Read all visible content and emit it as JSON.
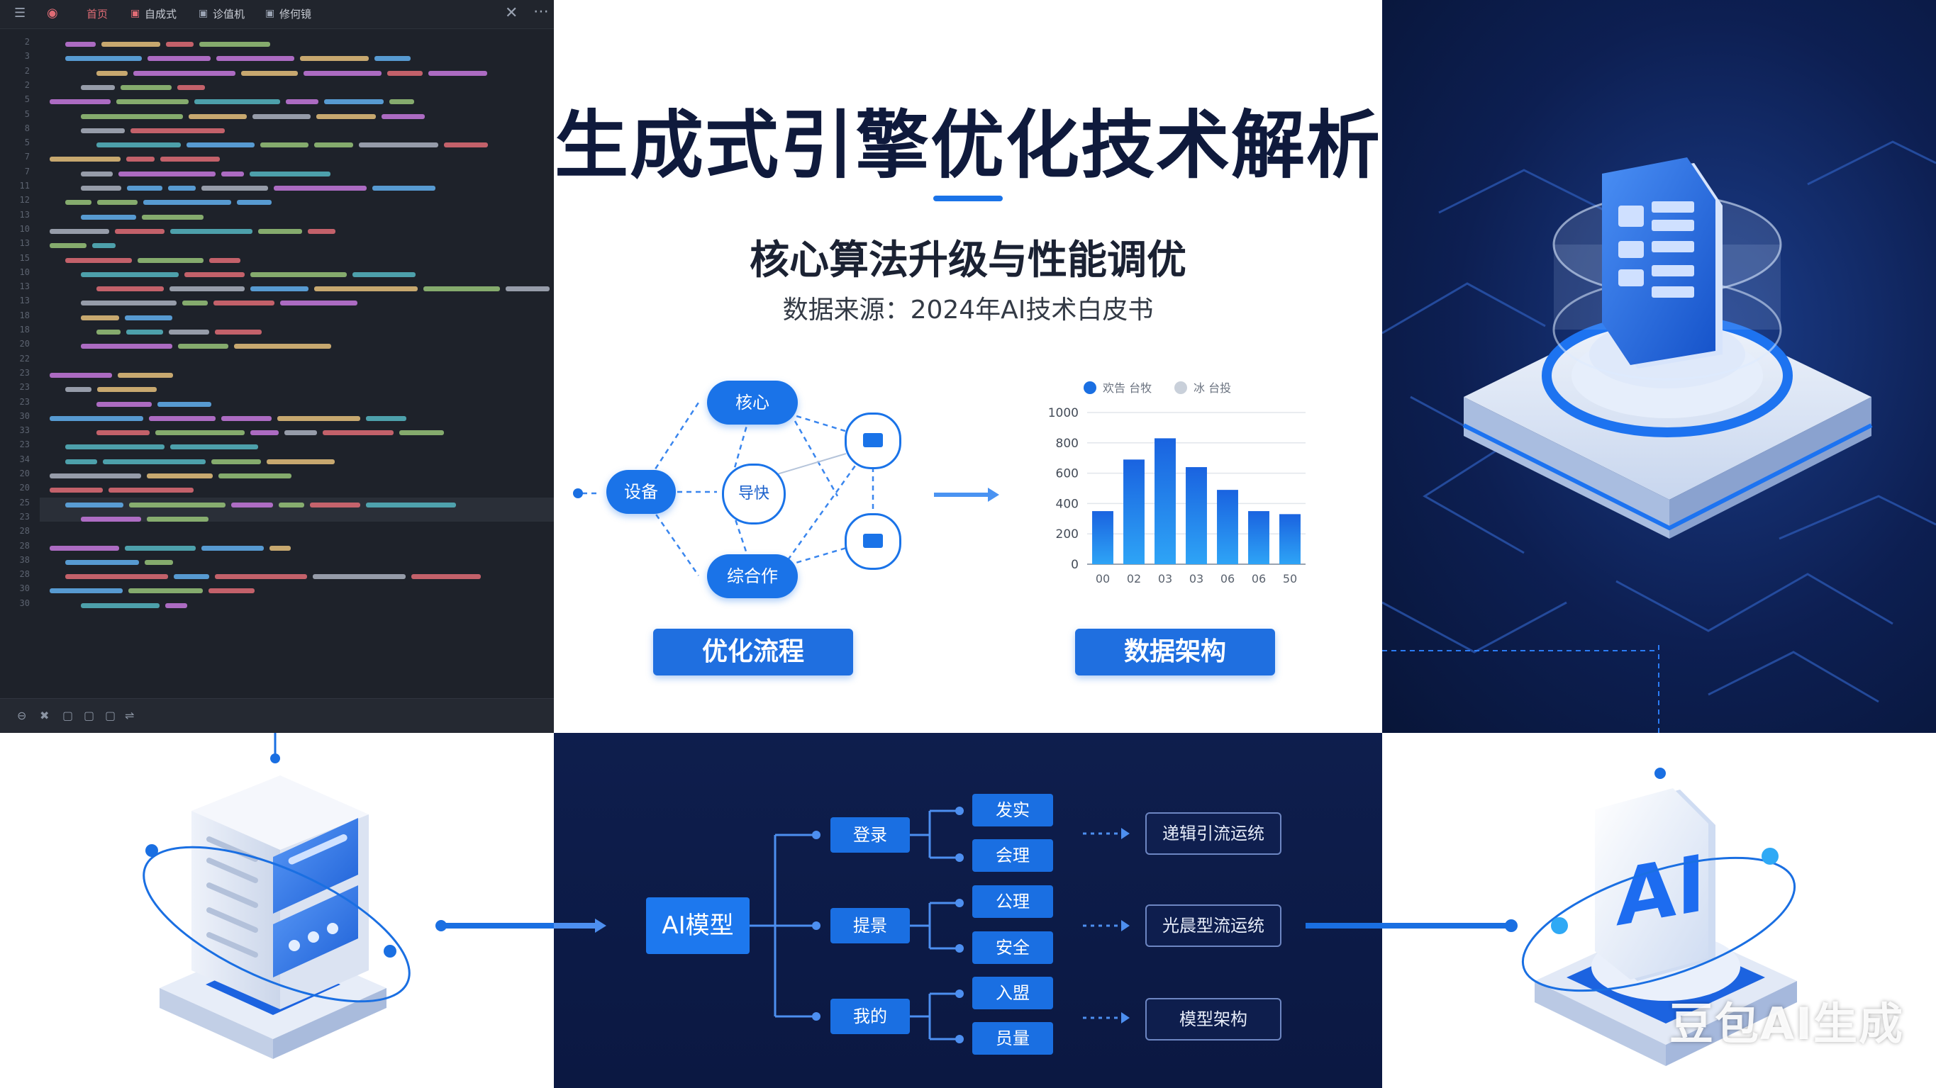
{
  "editor": {
    "tabs": [
      {
        "label": "首页"
      },
      {
        "label": "自成式"
      },
      {
        "label": "诊值机"
      },
      {
        "label": "修何镜"
      }
    ]
  },
  "header": {
    "title": "生成式引擎优化技术解析",
    "subtitle": "核心算法升级与性能调优",
    "source": "数据来源：2024年AI技术白皮书"
  },
  "network": {
    "nodes": {
      "core": "核心",
      "device": "设备",
      "guide": "导快",
      "coop": "综合作"
    }
  },
  "buttons": {
    "flow": "优化流程",
    "arch": "数据架构"
  },
  "chart_data": {
    "type": "bar",
    "categories": [
      "00",
      "02",
      "03",
      "03",
      "06",
      "06",
      "50"
    ],
    "values": [
      350,
      690,
      830,
      640,
      490,
      350,
      330
    ],
    "ylim": [
      0,
      1000
    ],
    "yticks": [
      0,
      200,
      400,
      600,
      800,
      1000
    ],
    "legend": [
      {
        "label": "欢告 台牧",
        "color": "#1a6fe2"
      },
      {
        "label": "冰 台投",
        "color": "#c9d0da"
      }
    ],
    "legend_position": "top",
    "grid": true
  },
  "tree": {
    "root": "AI模型",
    "branches": [
      {
        "label": "登录",
        "leaves": [
          "发实",
          "会理"
        ],
        "output": "递辑引流运统"
      },
      {
        "label": "提景",
        "leaves": [
          "公理",
          "安全"
        ],
        "output": "光晨型流运统"
      },
      {
        "label": "我的",
        "leaves": [
          "入盟",
          "员量"
        ],
        "output": "模型架构"
      }
    ]
  },
  "ai_panel": {
    "icon_text": "AI",
    "watermark": "豆包AI生成"
  },
  "colors": {
    "accent": "#1a6fe2",
    "dark_bg": "#0e1e4d",
    "title": "#0f1a3c"
  }
}
